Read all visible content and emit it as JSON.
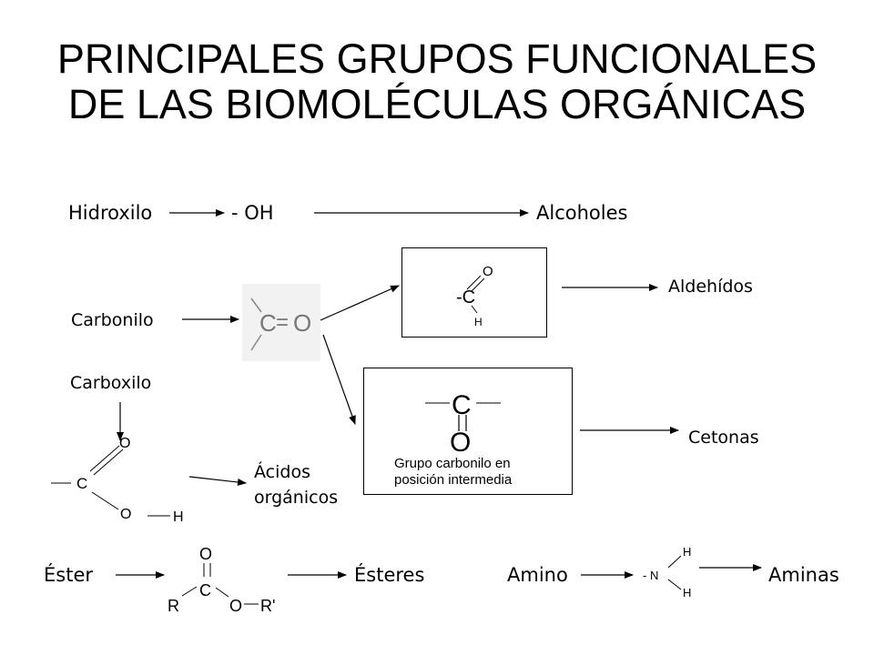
{
  "title": {
    "line1": "PRINCIPALES GRUPOS FUNCIONALES",
    "line2": "DE LAS BIOMOLÉCULAS ORGÁNICAS"
  },
  "groups": {
    "hidroxilo": "Hidroxilo",
    "carbonilo": "Carbonilo",
    "carboxilo": "Carboxilo",
    "ester": "Éster",
    "amino": "Amino"
  },
  "formulas": {
    "oh": "- OH",
    "aldehyde_c": "-C",
    "aldehyde_o": "O",
    "aldehyde_h": "H",
    "carbonyl_c": "C",
    "carbonyl_eq": "=",
    "carbonyl_o": "O",
    "ketone_c": "C",
    "ketone_o": "O",
    "ketone_caption_1": "Grupo carbonilo en",
    "ketone_caption_2": "posición intermedia",
    "acid_c": "C",
    "acid_o1": "O",
    "acid_o2": "O",
    "acid_h": "H",
    "ester_o": "O",
    "ester_c": "C",
    "ester_r": "R",
    "ester_o2": "O",
    "ester_r2": "R'",
    "amine_n": "- N",
    "amine_h1": "H",
    "amine_h2": "H"
  },
  "products": {
    "alcoholes": "Alcoholes",
    "aldehidos": "Aldehídos",
    "cetonas": "Cetonas",
    "acidos_1": "Ácidos",
    "acidos_2": "orgánicos",
    "esteres": "Ésteres",
    "aminas": "Aminas"
  }
}
